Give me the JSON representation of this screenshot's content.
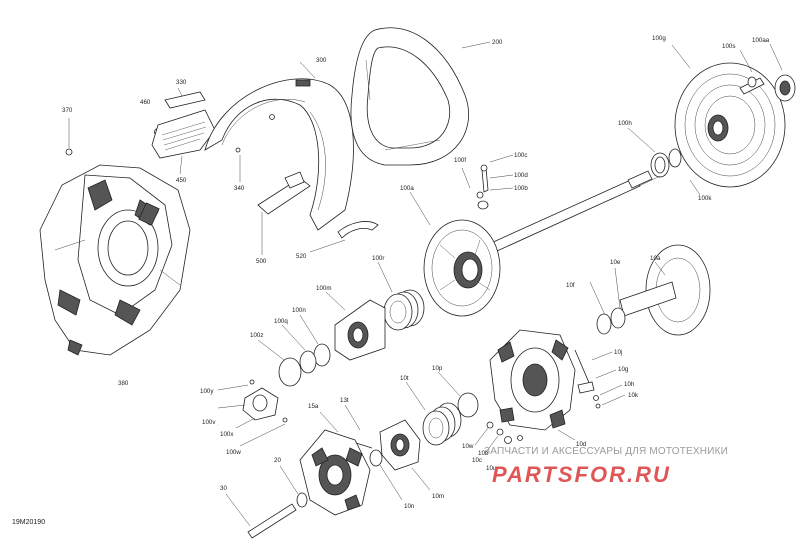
{
  "figure_id": "19M20190",
  "watermark": {
    "title": "ЗАПЧАСТИ И АКСЕССУАРЫ ДЛЯ МОТОТЕХНИКИ",
    "logo": "PARTSFOR.RU"
  },
  "callouts": [
    {
      "id": "c330",
      "text": "330"
    },
    {
      "id": "c300",
      "text": "300"
    },
    {
      "id": "c200",
      "text": "200"
    },
    {
      "id": "c100g",
      "text": "100g"
    },
    {
      "id": "c100s",
      "text": "100s"
    },
    {
      "id": "c100aa",
      "text": "100aa"
    },
    {
      "id": "c370",
      "text": "370"
    },
    {
      "id": "c460",
      "text": "460"
    },
    {
      "id": "c450",
      "text": "450"
    },
    {
      "id": "c340",
      "text": "340"
    },
    {
      "id": "c100h",
      "text": "100h"
    },
    {
      "id": "c100f",
      "text": "100f"
    },
    {
      "id": "c100c",
      "text": "100c"
    },
    {
      "id": "c100d",
      "text": "100d"
    },
    {
      "id": "c100b",
      "text": "100b"
    },
    {
      "id": "c100a",
      "text": "100a"
    },
    {
      "id": "c100k",
      "text": "100k"
    },
    {
      "id": "c500",
      "text": "500"
    },
    {
      "id": "c520",
      "text": "520"
    },
    {
      "id": "c380",
      "text": "380"
    },
    {
      "id": "c100r",
      "text": "100r"
    },
    {
      "id": "c100m",
      "text": "100m"
    },
    {
      "id": "c100n",
      "text": "100n"
    },
    {
      "id": "c100q",
      "text": "100q"
    },
    {
      "id": "c100z",
      "text": "100z"
    },
    {
      "id": "c100y",
      "text": "100y"
    },
    {
      "id": "c100v",
      "text": "100v"
    },
    {
      "id": "c100x",
      "text": "100x"
    },
    {
      "id": "c100w",
      "text": "100w"
    },
    {
      "id": "c10e",
      "text": "10e"
    },
    {
      "id": "c10a",
      "text": "10a"
    },
    {
      "id": "c10f",
      "text": "10f"
    },
    {
      "id": "c10j",
      "text": "10j"
    },
    {
      "id": "c10g",
      "text": "10g"
    },
    {
      "id": "c10h",
      "text": "10h"
    },
    {
      "id": "c10k",
      "text": "10k"
    },
    {
      "id": "c10p",
      "text": "10p"
    },
    {
      "id": "c10t",
      "text": "10t"
    },
    {
      "id": "c10d",
      "text": "10d"
    },
    {
      "id": "c10b",
      "text": "10b"
    },
    {
      "id": "c10c",
      "text": "10c"
    },
    {
      "id": "c10u",
      "text": "10u"
    },
    {
      "id": "c10w",
      "text": "10w"
    },
    {
      "id": "c15a",
      "text": "15a"
    },
    {
      "id": "c13t",
      "text": "13t"
    },
    {
      "id": "c10n",
      "text": "10n"
    },
    {
      "id": "c10m",
      "text": "10m"
    },
    {
      "id": "c20",
      "text": "20"
    },
    {
      "id": "c30",
      "text": "30"
    }
  ]
}
